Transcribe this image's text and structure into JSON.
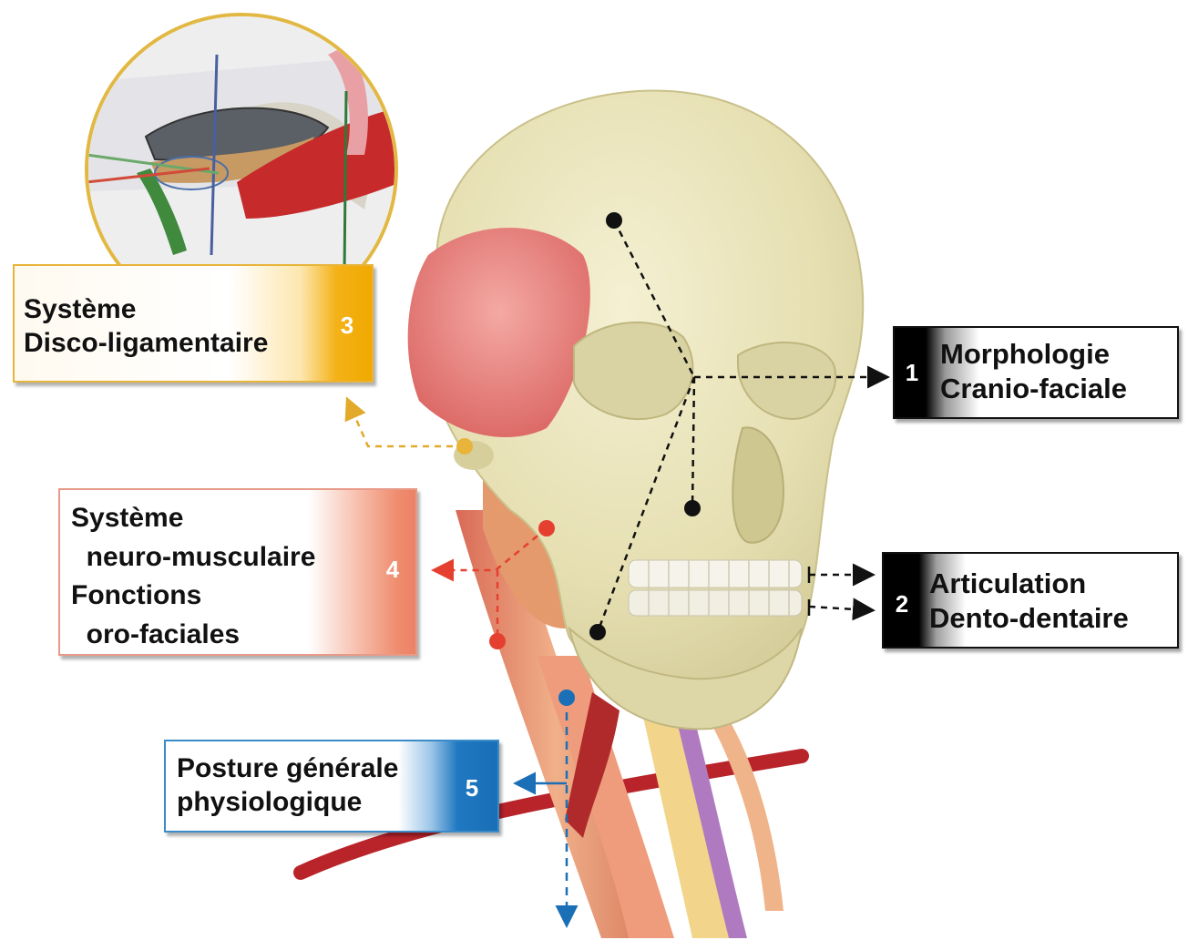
{
  "labels": {
    "morphologie": {
      "number": "1",
      "line1": "Morphologie",
      "line2": "Cranio-faciale"
    },
    "articulation": {
      "number": "2",
      "line1": "Articulation",
      "line2": "Dento-dentaire"
    },
    "disco": {
      "number": "3",
      "line1": "Système",
      "line2": "Disco-ligamentaire"
    },
    "neuro": {
      "number": "4",
      "line1": "Système",
      "line2": "  neuro-musculaire",
      "line3": "Fonctions",
      "line4": "  oro-faciales"
    },
    "posture": {
      "number": "5",
      "line1": "Posture générale",
      "line2": "physiologique"
    }
  },
  "colors": {
    "bone": "#e8e2b8",
    "muscle_red": "#e3796f",
    "temporalis": "#e88a8a",
    "artery": "#c0282a",
    "disco_yellow": "#f1a900",
    "neuro_red": "#e5402f",
    "posture_blue": "#1a6fb6"
  }
}
